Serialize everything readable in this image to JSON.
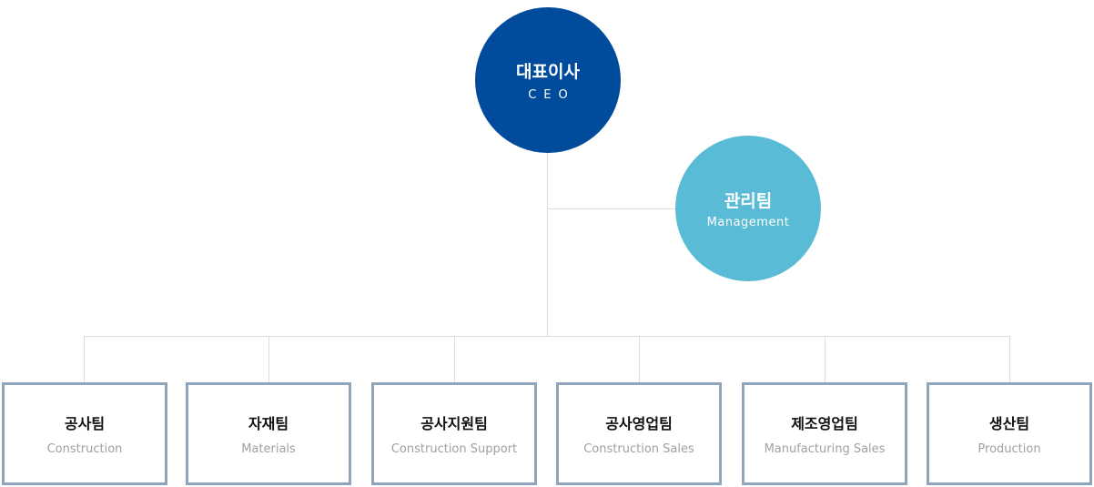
{
  "ceo": {
    "title": "대표이사",
    "subtitle": "CEO"
  },
  "management": {
    "title": "관리팀",
    "subtitle": "Management"
  },
  "teams": [
    {
      "title": "공사팀",
      "subtitle": "Construction"
    },
    {
      "title": "자재팀",
      "subtitle": "Materials"
    },
    {
      "title": "공사지원팀",
      "subtitle": "Construction Support"
    },
    {
      "title": "공사영업팀",
      "subtitle": "Construction Sales"
    },
    {
      "title": "제조영업팀",
      "subtitle": "Manufacturing Sales"
    },
    {
      "title": "생산팀",
      "subtitle": "Production"
    }
  ],
  "colors": {
    "ceo": "#004b9b",
    "management": "#59bbd5",
    "box_border": "#8fa5bb",
    "connector": "#dcdcdc"
  }
}
